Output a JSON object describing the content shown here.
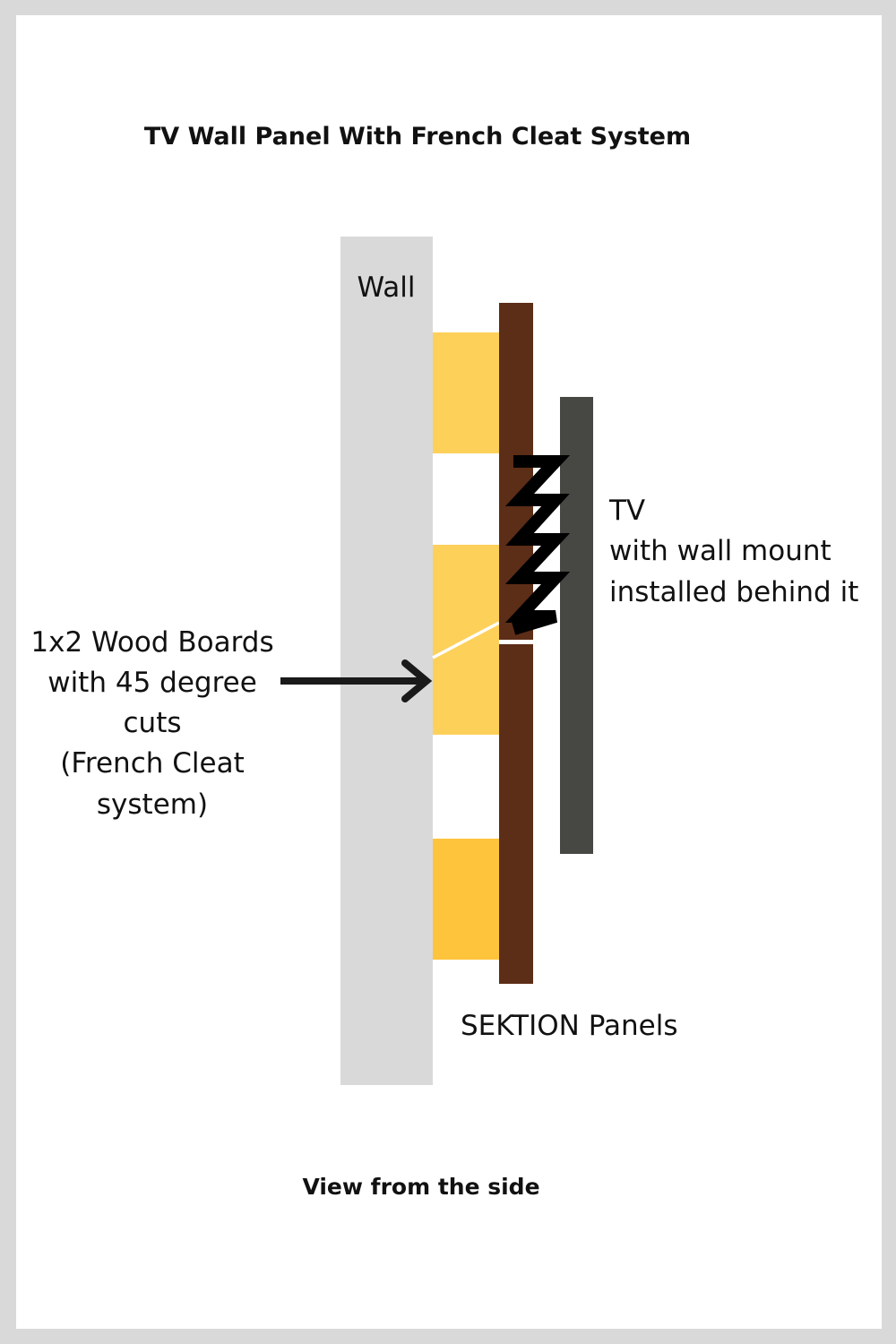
{
  "diagram": {
    "title": "TV Wall Panel With French Cleat System",
    "caption": "View from the side",
    "labels": {
      "wall": "Wall",
      "tv_line1": "TV",
      "tv_line2": "with wall mount",
      "tv_line3": "installed behind it",
      "boards_line1": "1x2 Wood Boards",
      "boards_line2": "with 45 degree",
      "boards_line3": "cuts",
      "boards_line4": "(French Cleat",
      "boards_line5": "system)",
      "panels": "SEKTION Panels"
    },
    "colors": {
      "background": "#ffffff",
      "border": "#d9d9d9",
      "wall": "#d9d9d9",
      "wood_board": "#fdd05a",
      "wood_board_bottom": "#fec43c",
      "sektion_panel": "#5c2d17",
      "tv": "#474843",
      "mount": "#000000",
      "arrow": "#1a1a1a"
    },
    "icons": {
      "arrow": "arrow-right-icon"
    }
  }
}
